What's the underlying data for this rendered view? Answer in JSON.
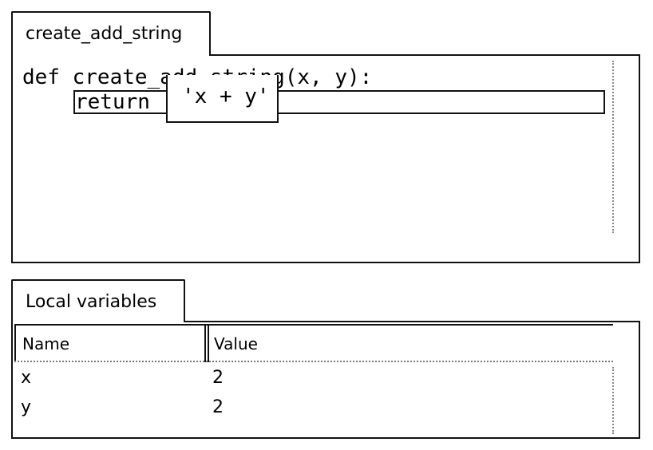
{
  "editor": {
    "tab_label": "create_add_string",
    "code_line_1": "def create_add_string(x, y):",
    "code_line_2": "return 'x + y'",
    "tooltip": "'x + y'"
  },
  "locals": {
    "tab_label": "Local variables",
    "columns": [
      "Name",
      "Value"
    ],
    "rows": [
      {
        "name": "x",
        "value": "2"
      },
      {
        "name": "y",
        "value": "2"
      }
    ]
  }
}
